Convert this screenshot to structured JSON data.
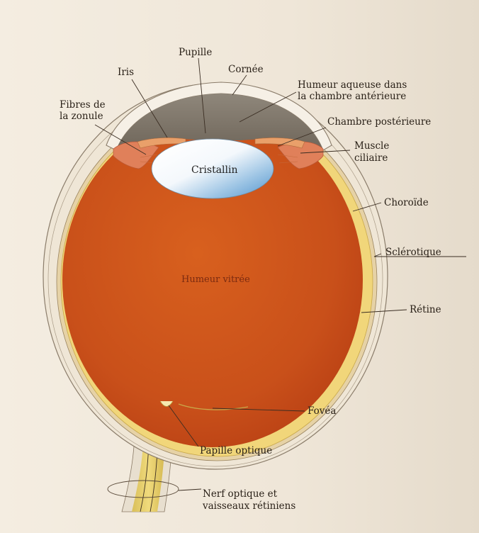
{
  "labels": {
    "pupille": "Pupille",
    "iris": "Iris",
    "cornee": "Cornée",
    "humeur_aqueuse_1": "Humeur aqueuse dans",
    "humeur_aqueuse_2": "la chambre antérieure",
    "fibres_1": "Fibres de",
    "fibres_2": "la zonule",
    "chambre_posterieure": "Chambre postérieure",
    "muscle_1": "Muscle",
    "muscle_2": "ciliaire",
    "cristallin": "Cristallin",
    "choroide": "Choroïde",
    "sclerotique": "Sclérotique",
    "humeur_vitree": "Humeur vitrée",
    "retine": "Rétine",
    "fovea": "Fovéa",
    "papille_optique": "Papille optique",
    "nerf_1": "Nerf optique et",
    "nerf_2": "vaisseaux rétiniens"
  },
  "colors": {
    "vitreous": "#d2531c",
    "retina": "#f1d67a",
    "sclera": "#efe6d6",
    "cornea": "#f6f0e6",
    "anterior_chamber": "#7d7468",
    "lens_white": "#ffffff",
    "lens_blue": "#7fb3dc",
    "ciliary": "#e0805a",
    "optic_nerve": "#e6cf6a"
  }
}
